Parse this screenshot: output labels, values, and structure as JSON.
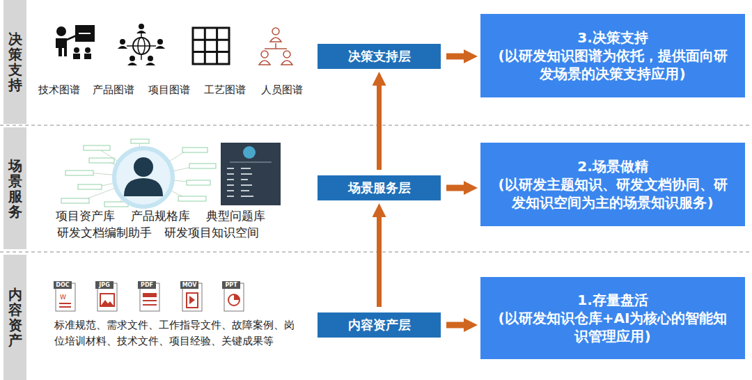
{
  "diagram": {
    "nodes": [
      {
        "text": [
          "决策支持"
        ]
      },
      {
        "text": [
          "决策支持层"
        ]
      },
      {
        "text": [
          "3.决策支持",
          "(以研发知识图谱为依托，提供面向研发场景的决策支持应用)"
        ]
      },
      {
        "text": [
          "场景服务"
        ]
      },
      {
        "text": [
          "场景服务层"
        ]
      },
      {
        "text": [
          "2.场景做精",
          "(以研发主题知识、研发文档协同、研发知识空间为主的场景知识服务)"
        ]
      },
      {
        "text": [
          "内容资产"
        ]
      },
      {
        "text": [
          "内容资产层"
        ]
      },
      {
        "text": [
          "1.存量盘活",
          "(以研发知识仓库+AI为核心的智能知识管理应用)"
        ]
      }
    ],
    "edges": [
      {
        "from": 1,
        "to": 2,
        "arrow": "to"
      },
      {
        "from": 4,
        "to": 5,
        "arrow": "to"
      },
      {
        "from": 7,
        "to": 8,
        "arrow": "to"
      },
      {
        "from": 7,
        "to": 4,
        "arrow": "to"
      },
      {
        "from": 4,
        "to": 1,
        "arrow": "to"
      }
    ],
    "labels": [
      "技术图谱",
      "产品图谱",
      "项目图谱",
      "工艺图谱",
      "人员图谱",
      "项目资产库",
      "产品规格库",
      "典型问题库",
      "研发文档编制助手",
      "研发项目知识空间",
      "DOC",
      "JPG",
      "PDF",
      "MOV",
      "PPT",
      "标准规范、需求文件、工作指导文件、故障案例、岗位培训材料、技术文件、项目经验、关键成果等"
    ]
  }
}
